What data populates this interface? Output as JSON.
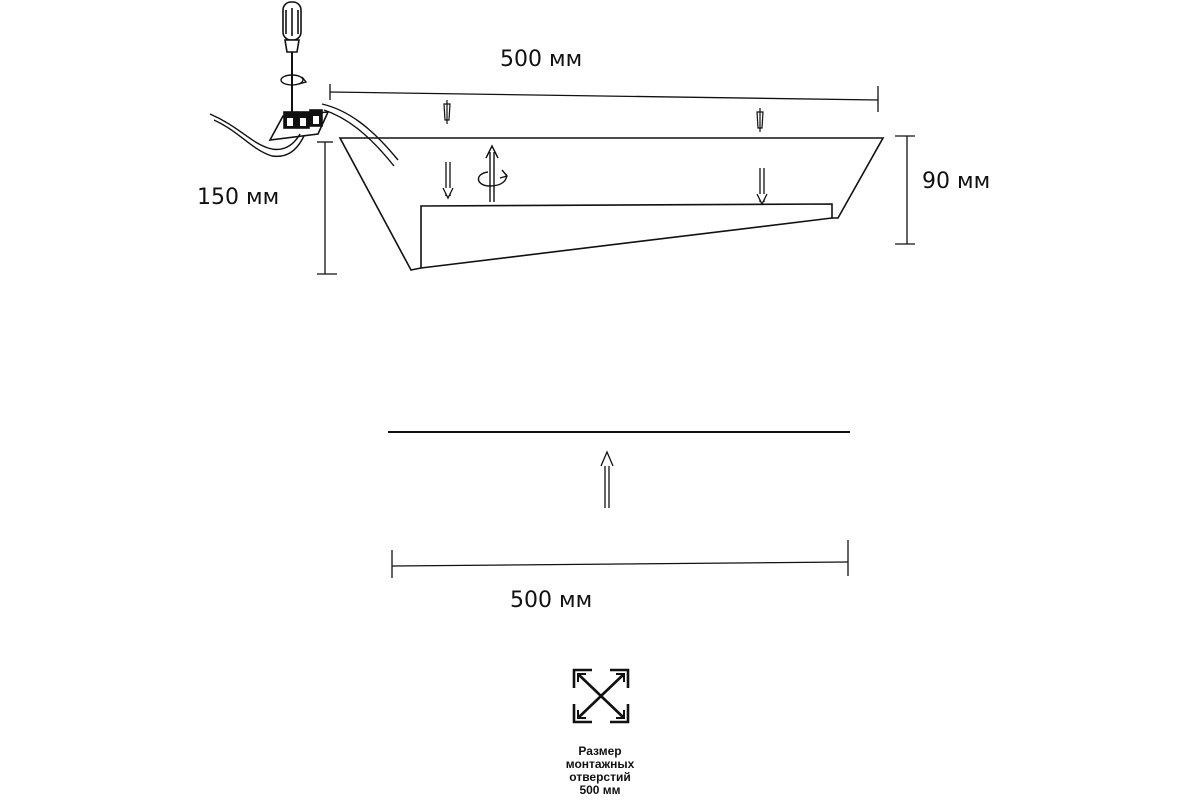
{
  "dimensions": {
    "top_width": "500 мм",
    "height_left": "150 мм",
    "height_right": "90 мм",
    "bottom_width": "500 мм"
  },
  "caption": {
    "line1": "Размер",
    "line2": "монтажных",
    "line3": "отверстий",
    "line4": "500 мм"
  },
  "icons": [
    "screwdriver-icon",
    "rotate-arrow-icon",
    "screw-icon",
    "wall-plug-icon",
    "mounting-hole-size-icon"
  ]
}
